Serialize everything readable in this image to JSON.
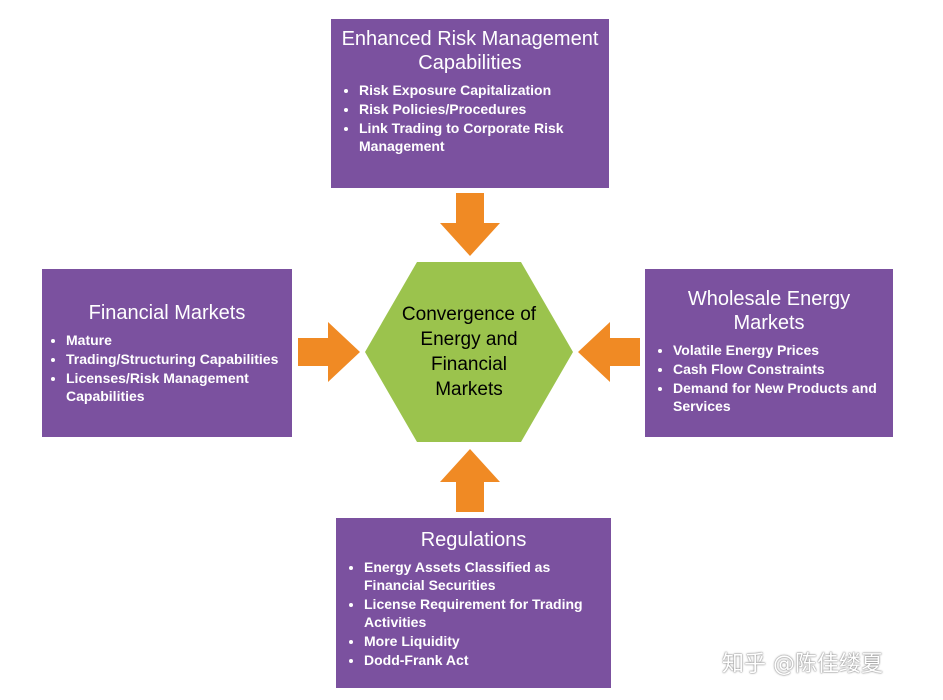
{
  "colors": {
    "box_fill": "#7b519f",
    "center_fill": "#9bc34d",
    "arrow_fill": "#f08a24"
  },
  "center": {
    "label": "Convergence of Energy and Financial Markets",
    "icon": "hexagon-icon"
  },
  "boxes": {
    "top": {
      "title": "Enhanced Risk Management Capabilities",
      "bullets": [
        "Risk Exposure Capitalization",
        "Risk Policies/Procedures",
        "Link Trading to Corporate Risk Management"
      ]
    },
    "left": {
      "title": "Financial Markets",
      "bullets": [
        "Mature",
        "Trading/Structuring Capabilities",
        "Licenses/Risk Management Capabilities"
      ]
    },
    "right": {
      "title": "Wholesale Energy Markets",
      "bullets": [
        "Volatile Energy Prices",
        "Cash Flow Constraints",
        "Demand for New Products and Services"
      ]
    },
    "bottom": {
      "title": "Regulations",
      "bullets": [
        "Energy Assets Classified as Financial Securities",
        "License Requirement for Trading Activities",
        "More Liquidity",
        "Dodd-Frank Act"
      ]
    }
  },
  "arrows": {
    "icon": "arrow-icon"
  },
  "watermark": {
    "text": "知乎 @陈佳缕夏"
  }
}
